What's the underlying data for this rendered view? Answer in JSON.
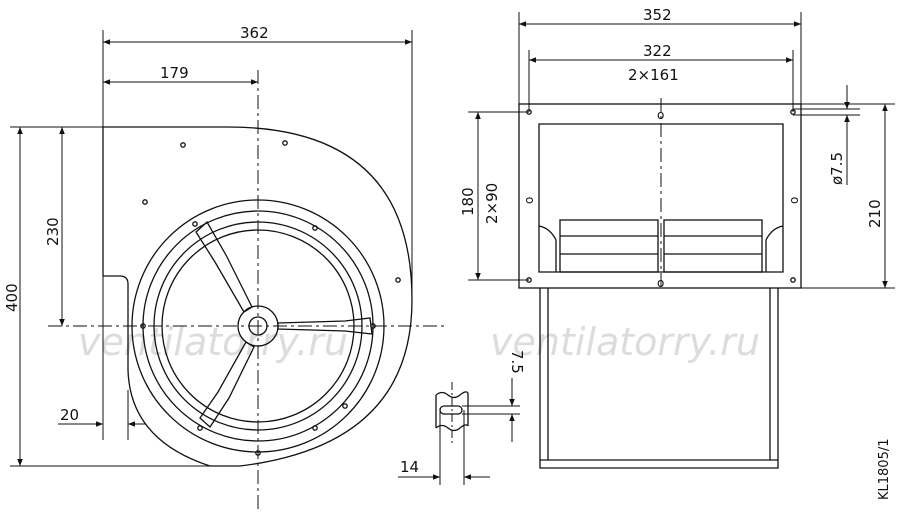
{
  "watermark": "ventilatorry.ru",
  "drawing_code": "KL1805/1",
  "front_view": {
    "overall_width": "362",
    "axis_offset": "179",
    "height": "400",
    "axis_height": "230",
    "outlet_offset": "20"
  },
  "side_view": {
    "flange_width": "352",
    "hole_pitch": "322",
    "hole_pitch_split": "2×161",
    "flange_height": "210",
    "vertical_pitch": "180",
    "vertical_pitch_split": "2×90",
    "hole_diameter": "ø7.5",
    "hole_marker": "o"
  },
  "slot_detail": {
    "slot_width": "14",
    "slot_height": "7.5"
  },
  "colors": {
    "line": "#111111",
    "watermark": "#dcdcdc"
  }
}
